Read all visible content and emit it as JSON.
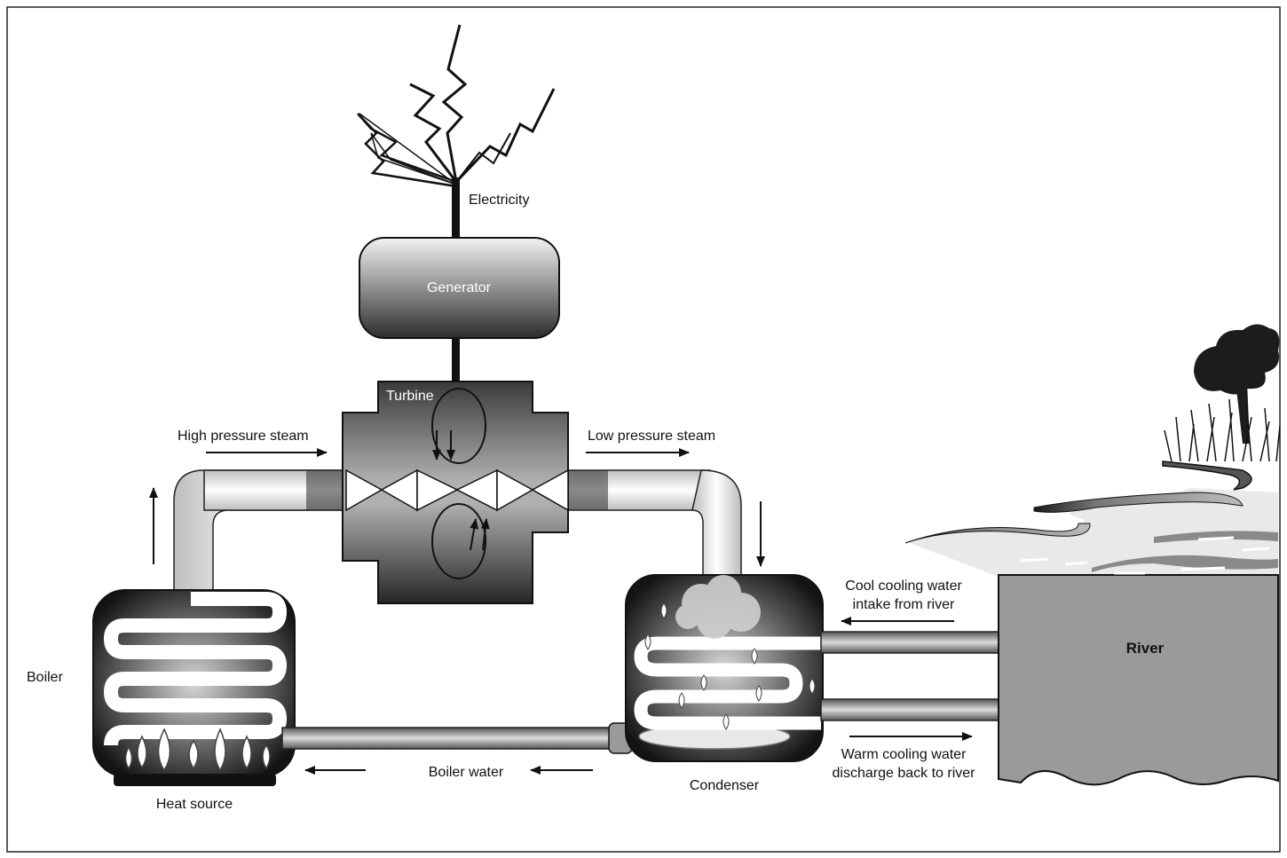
{
  "labels": {
    "electricity": "Electricity",
    "generator": "Generator",
    "turbine": "Turbine",
    "high_pressure_steam": "High pressure steam",
    "low_pressure_steam": "Low pressure steam",
    "boiler": "Boiler",
    "heat_source": "Heat source",
    "boiler_water": "Boiler water",
    "condenser": "Condenser",
    "cool_water_line1": "Cool cooling water",
    "cool_water_line2": "intake from river",
    "warm_water_line1": "Warm cooling water",
    "warm_water_line2": "discharge back to river",
    "river": "River"
  },
  "colors": {
    "ink": "#111111",
    "dark_fill": "#2a2a2a",
    "mid_gray": "#8a8a8a",
    "river_gray": "#9a9a9a",
    "pipe_light": "#e6e6e6"
  },
  "icons": [
    "lightning-bolt-icon",
    "flame-icon",
    "water-droplet-icon",
    "tree-icon",
    "grass-icon",
    "steam-cloud-icon"
  ]
}
